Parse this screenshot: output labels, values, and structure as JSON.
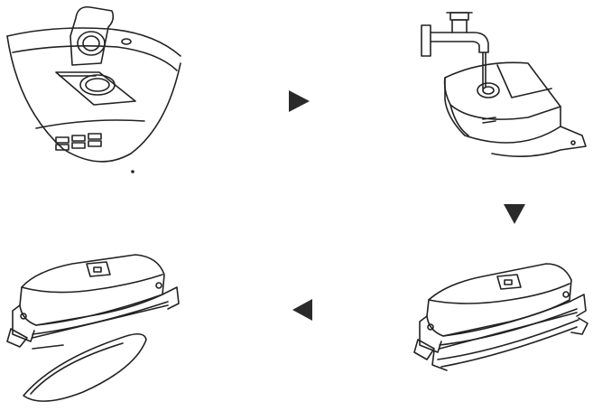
{
  "diagram": {
    "steps": [
      {
        "icon": "open-water-tank-cap-icon"
      },
      {
        "icon": "fill-tank-from-faucet-icon"
      },
      {
        "icon": "water-tank-assembled-icon"
      },
      {
        "icon": "attach-mop-cloth-icon"
      }
    ],
    "arrows": [
      {
        "direction": "right"
      },
      {
        "direction": "down"
      },
      {
        "direction": "left"
      }
    ],
    "colors": {
      "line": "#222222",
      "arrow": "#2a2a2a",
      "background": "#ffffff"
    }
  }
}
